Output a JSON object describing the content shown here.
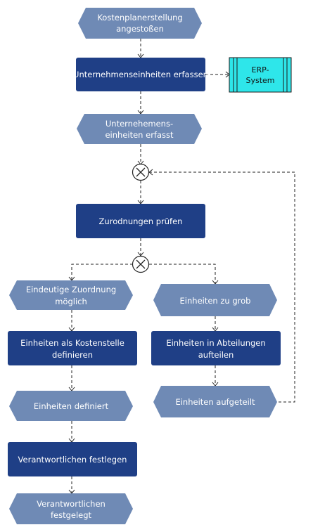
{
  "diagram": {
    "events": {
      "kostenplanerstellung": [
        "Kostenplanerstellung",
        "angestoßen"
      ],
      "unternehmenseinheiten_erfasst": [
        "Unternehemens-",
        "einheiten erfasst"
      ],
      "eindeutige_zuordnung": [
        "Eindeutige Zuordnung",
        "möglich"
      ],
      "einheiten_zu_grob": [
        "Einheiten zu grob"
      ],
      "einheiten_definiert": [
        "Einheiten definiert"
      ],
      "einheiten_aufgeteilt": [
        "Einheiten aufgeteilt"
      ],
      "verantwortlichen_festgelegt": [
        "Verantwortlichen",
        "festgelegt"
      ]
    },
    "functions": {
      "unternehmenseinheiten_erfassen": [
        "Unternehmenseinheiten erfassen"
      ],
      "zurodnungen_pruefen": [
        "Zurodnungen prüfen"
      ],
      "einheiten_kostenstelle": [
        "Einheiten als Kostenstelle",
        "definieren"
      ],
      "einheiten_abteilungen": [
        "Einheiten in Abteilungen",
        "aufteilen"
      ],
      "verantwortlichen_festlegen": [
        "Verantwortlichen festlegen"
      ]
    },
    "systems": {
      "erp": [
        "ERP-",
        "System"
      ]
    },
    "colors": {
      "event": "#6f8ab5",
      "function": "#1f3f86",
      "system": "#2ee6ea"
    }
  }
}
